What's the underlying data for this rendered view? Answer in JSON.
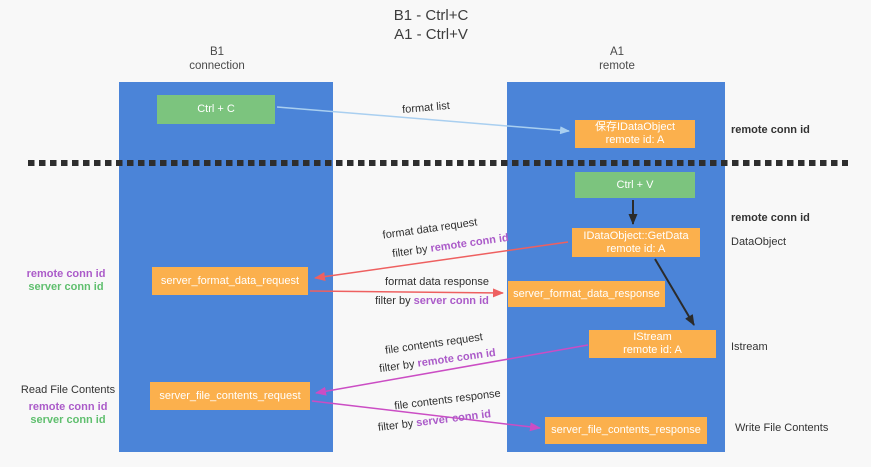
{
  "title": {
    "line1": "B1 - Ctrl+C",
    "line2": "A1 - Ctrl+V"
  },
  "columns": {
    "left": {
      "name": "B1",
      "role": "connection"
    },
    "right": {
      "name": "A1",
      "role": "remote"
    }
  },
  "boxes": {
    "ctrl_c": {
      "label": "Ctrl + C"
    },
    "save_idataobject": {
      "line1": "保存IDataObject",
      "line2": "remote id: A"
    },
    "ctrl_v": {
      "label": "Ctrl + V"
    },
    "getdata": {
      "line1": "IDataObject::GetData",
      "line2": "remote id: A"
    },
    "server_format_data_request": {
      "label": "server_format_data_request"
    },
    "server_format_data_response": {
      "label": "server_format_data_response"
    },
    "istream": {
      "line1": "IStream",
      "line2": "remote id: A"
    },
    "server_file_contents_request": {
      "label": "server_file_contents_request"
    },
    "server_file_contents_response": {
      "label": "server_file_contents_response"
    }
  },
  "flows": {
    "format_list": {
      "label": "format list"
    },
    "format_data_request": {
      "label": "format data request",
      "filter_prefix": "filter by",
      "filter_key": "remote conn id"
    },
    "format_data_response": {
      "label": "format data response",
      "filter_prefix": "filter by",
      "filter_key": "server conn id"
    },
    "file_contents_request": {
      "label": "file contents request",
      "filter_prefix": "filter by",
      "filter_key": "remote conn id"
    },
    "file_contents_response": {
      "label": "file contents response",
      "filter_prefix": "filter by",
      "filter_key": "server conn id"
    }
  },
  "annotations": {
    "right_top_remote_conn_id": "remote conn id",
    "right_mid_remote_conn_id": "remote conn id",
    "dataobject": "DataObject",
    "istream": "Istream",
    "write_file_contents": "Write File Contents",
    "left_mid": {
      "remote": "remote conn id",
      "server": "server conn id"
    },
    "left_bottom": {
      "title": "Read File Contents",
      "remote": "remote conn id",
      "server": "server conn id"
    }
  },
  "colors": {
    "lifeline_blue": "#4b84d8",
    "action_green": "#7cc47e",
    "message_orange": "#fbb04d",
    "arrow_red": "#ee6060",
    "arrow_magenta": "#cb4dc4",
    "arrow_lightblue": "#a9cff0",
    "separator_black": "#2e2e2e",
    "id_purple": "#ab5bc9",
    "id_green": "#5fbf6e"
  }
}
